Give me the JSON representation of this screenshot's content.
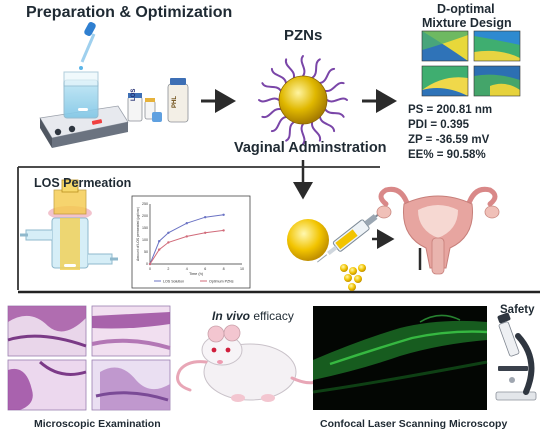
{
  "title": "Preparation & Optimization",
  "pzn_label": "PZNs",
  "route_label": "Vaginal Adminstration",
  "design": {
    "title_line1": "D-optimal",
    "title_line2": "Mixture Design",
    "results": [
      "PS = 200.81 nm",
      "PDI = 0.395",
      "ZP = -36.59 mV",
      "EE% = 90.58%"
    ]
  },
  "permeation": {
    "title": "LOS Permeation",
    "chart_data": {
      "type": "line",
      "x": [
        0,
        1,
        2,
        4,
        6,
        8
      ],
      "series": [
        {
          "name": "LOS Solution",
          "values": [
            0,
            95,
            130,
            170,
            195,
            205
          ],
          "color": "#6b73c4"
        },
        {
          "name": "Optimum PZNs",
          "values": [
            0,
            60,
            90,
            115,
            130,
            140
          ],
          "color": "#d16b7a"
        }
      ],
      "xlabel": "Time (h)",
      "ylabel": "Amount of LOS permeated (µg/cm²)",
      "xticks": [
        "0",
        "2",
        "4",
        "6",
        "8",
        "10"
      ],
      "yticks": [
        "0",
        "50",
        "100",
        "150",
        "200",
        "250"
      ],
      "xlim": [
        0,
        10
      ],
      "ylim": [
        0,
        250
      ]
    }
  },
  "vivo": {
    "prefix": "In vivo",
    "suffix": " efficacy"
  },
  "safety_label": "Safety",
  "micro_label": "Microscopic Examination",
  "confocal_label": "Confocal Laser Scanning Microscopy",
  "vial_labels": [
    "LOS",
    "PHL"
  ],
  "colors": {
    "arrow": "#2b2b2b",
    "nanoparticle": "#e0b800",
    "ligand": "#7a46a8",
    "uterus": "#e7a5a0"
  }
}
